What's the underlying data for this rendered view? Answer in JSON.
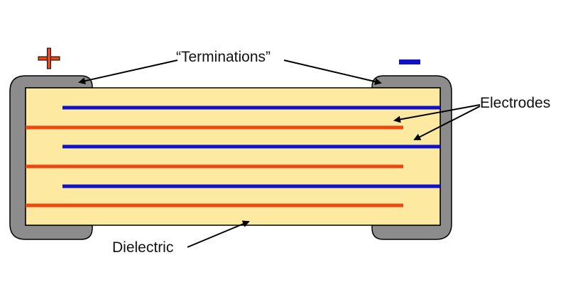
{
  "labels": {
    "terminations": "“Terminations”",
    "electrodes": "Electrodes",
    "dielectric": "Dielectric"
  },
  "polarity": {
    "positive": "+",
    "negative": "−"
  },
  "colors": {
    "background": "#ffffff",
    "dielectric_fill": "#fde9a0",
    "termination": "#8c8c8c",
    "outline": "#000000",
    "positive_electrode": "#ea4a12",
    "negative_electrode": "#1010c8",
    "plus_sign": "#ea4a12",
    "minus_sign": "#1010c8",
    "arrow": "#000000"
  },
  "electrodes": {
    "positive_count": 3,
    "negative_count": 3
  }
}
